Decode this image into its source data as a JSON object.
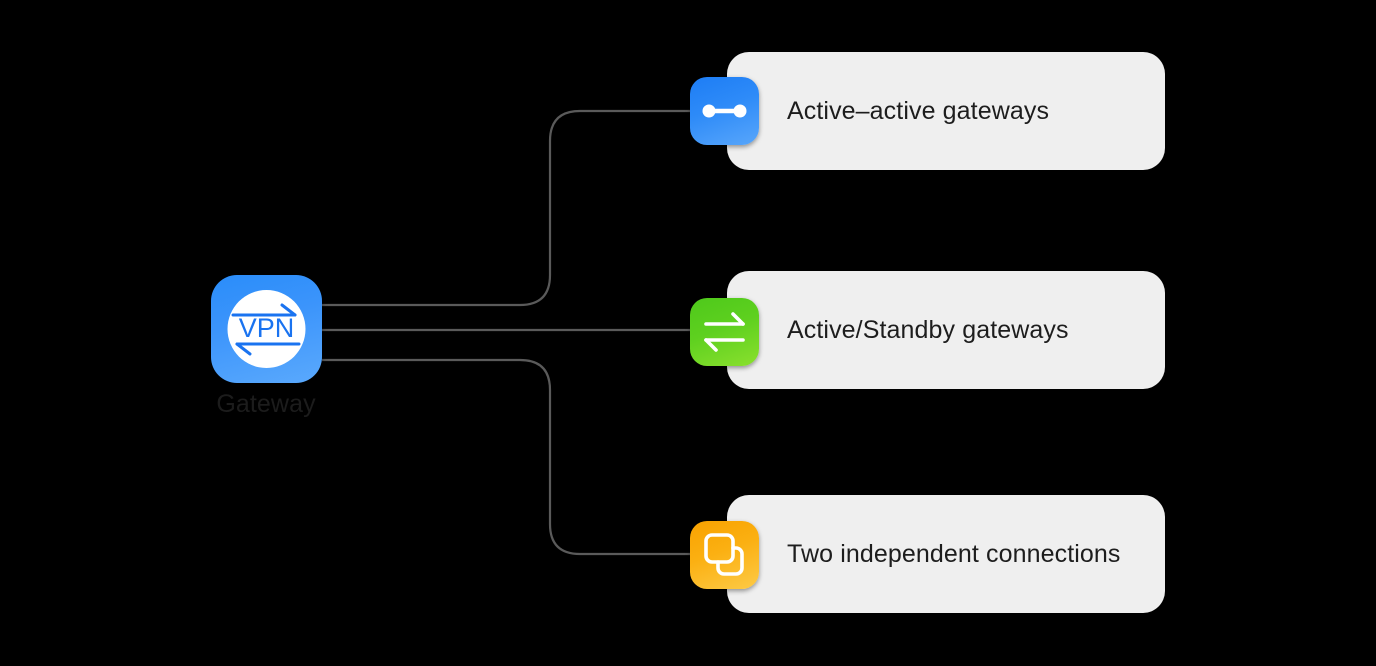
{
  "diagram": {
    "background_color": "#000000",
    "connector_color": "#5a5a5a",
    "root": {
      "label": "Gateway",
      "icon": "vpn-shield-icon",
      "icon_text": "VPN",
      "icon_color": "#3b94fb",
      "label_color": "#1c1c1c"
    },
    "branches": [
      {
        "label": "Active–active gateways",
        "icon": "link-nodes-icon",
        "icon_color": "#2e8bf8",
        "card_color": "#efefef",
        "text_color": "#1d1d1d"
      },
      {
        "label": "Active/Standby gateways",
        "icon": "bidirectional-arrows-icon",
        "icon_color": "#5ed01f",
        "card_color": "#efefef",
        "text_color": "#1d1d1d"
      },
      {
        "label": "Two independent connections",
        "icon": "overlapping-squares-icon",
        "icon_color": "#fbb012",
        "card_color": "#efefef",
        "text_color": "#1d1d1d"
      }
    ]
  }
}
